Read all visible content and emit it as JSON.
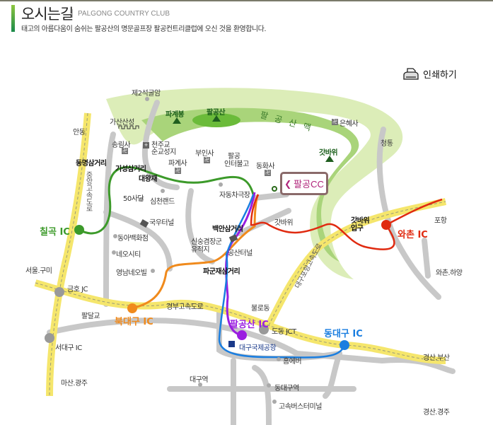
{
  "header": {
    "title": "오시는길",
    "title_en": "PALGONG COUNTRY CLUB",
    "subtitle": "태고의 아름다움이 숨쉬는 팔공산의 명문골프장 팔공컨트리클럽에 오신 것을 환영합니다."
  },
  "print_button": {
    "label": "인쇄하기",
    "icon": "printer-icon"
  },
  "destination": {
    "label": "팔공CC",
    "color": "#b0237a"
  },
  "mountains": {
    "range_label": "팔 공 산 맥",
    "peaks": [
      "파계봉",
      "팔공산",
      "갓바위"
    ]
  },
  "interchanges": {
    "chilgok": {
      "label": "칠곡 IC",
      "color": "#3c9a2a"
    },
    "bukdaegu": {
      "label": "북대구 IC",
      "color": "#f08a1c"
    },
    "palgongsan": {
      "label": "팔공산 IC",
      "color": "#9a1ee0"
    },
    "dongdaegu": {
      "label": "동대구 IC",
      "color": "#1a7ee0"
    },
    "wachon": {
      "label": "와촌 IC",
      "color": "#e02a10"
    },
    "geumho": "금호 JC",
    "seodaegu": "서대구 IC",
    "dodong": "도동 JCT"
  },
  "highways": {
    "jungang": "중앙고속도로",
    "gyeongbu": "경부고속도로",
    "daegu_pohang": "대구포항고속도로"
  },
  "places": {
    "seokguram": "제2석굴암",
    "gasansanseong": "가산산성",
    "andong": "안동",
    "songnimsa": "송림사",
    "catholic_1": "천주교",
    "catholic_2": "순교성지",
    "dongmyeong": "동명삼거리",
    "giseong": "기성삼거리",
    "daewangjae": "대왕재",
    "pagyesa": "파계사",
    "buinsa": "부인사",
    "interbulgo_1": "팔공",
    "interbulgo_2": "인터불고",
    "donghwasa": "동화사",
    "eunhyesa": "은혜사",
    "cheongtong": "청통",
    "osipsadan": "50사단",
    "simcheon": "심천랜드",
    "autodrome": "자동차극장",
    "guktunnel": "국우터널",
    "gatbawi": "갓바위",
    "gatbawi_entrance_1": "갓바위",
    "gatbawi_entrance_2": "입구",
    "pohang": "포항",
    "dongadept": "동아백화점",
    "baekan": "백안삼거리",
    "sinsung_1": "신숭겸장군",
    "sinsung_2": "유적지",
    "gongsan_tunnel": "공산터널",
    "neocity": "네오시티",
    "yeongnam": "영남네오빌",
    "pagunjae": "파군재삼거리",
    "wachon_hayang": "와촌.하양",
    "seoul_gumi": "서울.구미",
    "bullodong": "불로동",
    "paldal": "팔달교",
    "airport": "대구국제공항",
    "homever": "홈에버",
    "gyeongsan_busan": "경산.부산",
    "masan_gwangju": "마산.광주",
    "daegu_station": "대구역",
    "dongdaegu_station": "동대구역",
    "express_bus": "고속버스터미널",
    "gyeongsan_gyeongju": "경산.경주"
  }
}
